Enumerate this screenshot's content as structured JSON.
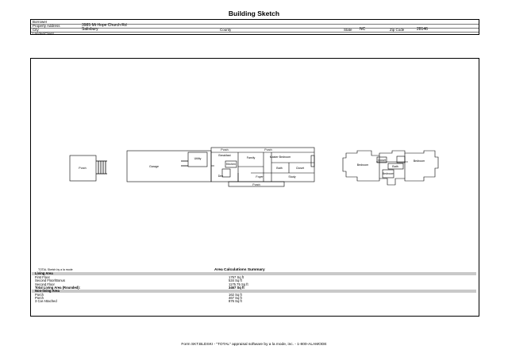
{
  "title": "Building Sketch",
  "header": {
    "borrower_label": "Borrower",
    "property_address_label": "Property Address",
    "property_address_value": "3985 Mt Hope Church Rd",
    "city_label": "City",
    "city_value": "Salisbury",
    "county_label": "County",
    "state_label": "State",
    "state_value": "NC",
    "zip_label": "Zip Code",
    "zip_value": "28146",
    "lender_label": "Lender/Client"
  },
  "sketch": {
    "not_to_scale_note": "TOTAL Sketch by a la mode",
    "rooms": {
      "porch_garage": "Porch",
      "garage": "Garage",
      "utility": "Utility",
      "breakfast": "Breakfast",
      "kitchen": "Kitchen",
      "family": "Family",
      "master_bedroom": "Master Bedroom",
      "den": "Den",
      "study": "Study",
      "foyer": "Foyer",
      "porch_top_left": "Porch",
      "porch_top_right": "Porch",
      "porch_front": "Porch",
      "bath_main": "Bath",
      "closet_main": "Closet",
      "bedroom_left": "Bedroom",
      "bedroom_right": "Bedroom",
      "closet_upper": "Closet",
      "bath_upper": "Bath",
      "bedroom_upper": "Bedroom"
    }
  },
  "summary": {
    "title": "Area Calculations Summary",
    "living_header": "Living Area",
    "living_rows": [
      {
        "label": "First Floor",
        "value": "1757 Sq ft"
      },
      {
        "label": "Second Floor/Bonus",
        "value": "534 Sq ft"
      },
      {
        "label": "Second Floor",
        "value": "1175.75 Sq ft"
      }
    ],
    "total_label": "Total Living Area (Rounded):",
    "total_value": "3467 Sq ft",
    "non_living_header": "Non-living Area",
    "non_living_rows": [
      {
        "label": "Porch",
        "value": "162 Sq ft"
      },
      {
        "label": "Porch",
        "value": "467 Sq ft"
      },
      {
        "label": "3 Car Attached",
        "value": "876 Sq ft"
      }
    ]
  },
  "footer": "Form SKT.BLDSKI - \"TOTAL\" appraisal software by a la mode, inc. - 1-800-ALAMODE"
}
